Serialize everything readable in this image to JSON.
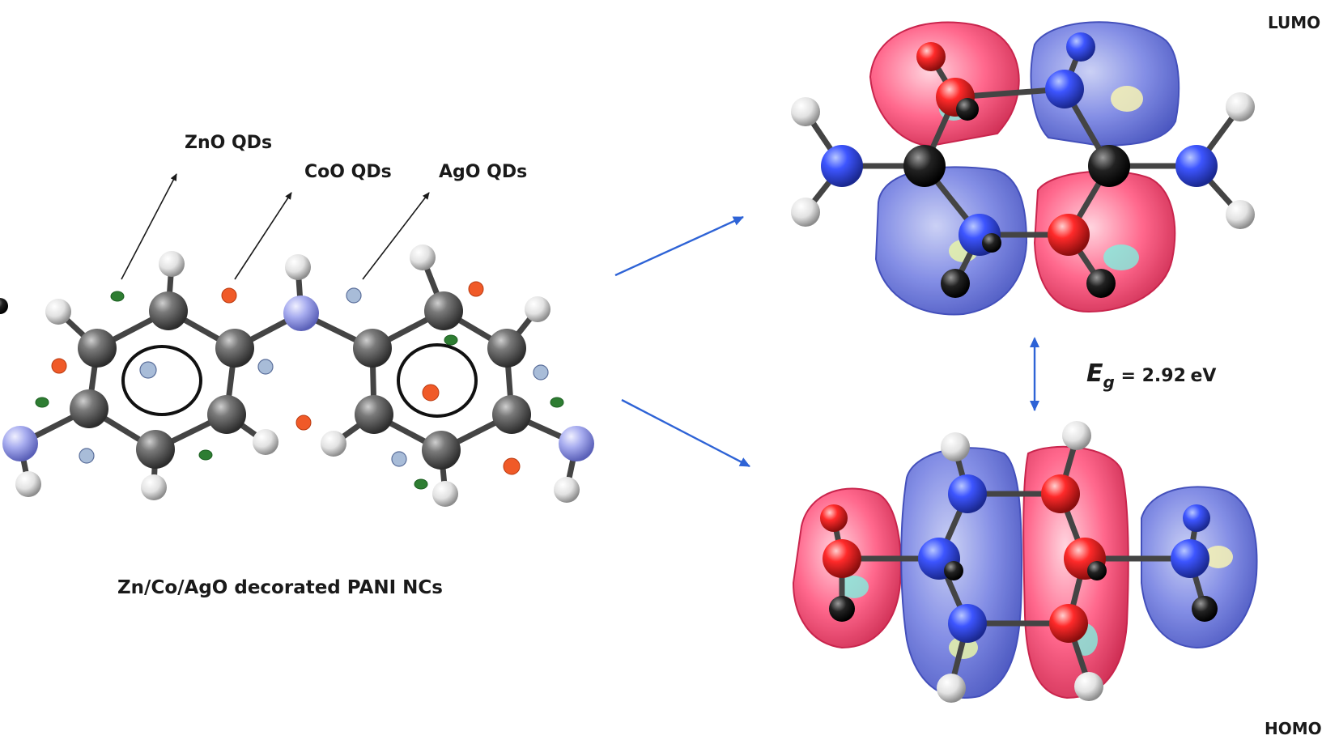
{
  "labels": {
    "zno": "ZnO QDs",
    "coo": "CoO QDs",
    "ago": "AgO QDs",
    "caption": "Zn/Co/AgO decorated PANI NCs",
    "lumo": "LUMO",
    "homo": "HOMO"
  },
  "energy_gap": {
    "symbol": "E",
    "subscript": "g",
    "equals": " = ",
    "value": "2.92",
    "unit": "eV"
  },
  "colors": {
    "carbon": "#5a5a5a",
    "hydrogen": "#e8e8e8",
    "nitrogen_pani": "#9aa0e6",
    "orbital_blue": "#5a6cf0",
    "orbital_red": "#ff3b5c",
    "arrow_blue": "#2e63d6",
    "qd_zno": "#2e7d32",
    "qd_coo": "#f05a28",
    "qd_ago": "#8fa6c8"
  }
}
